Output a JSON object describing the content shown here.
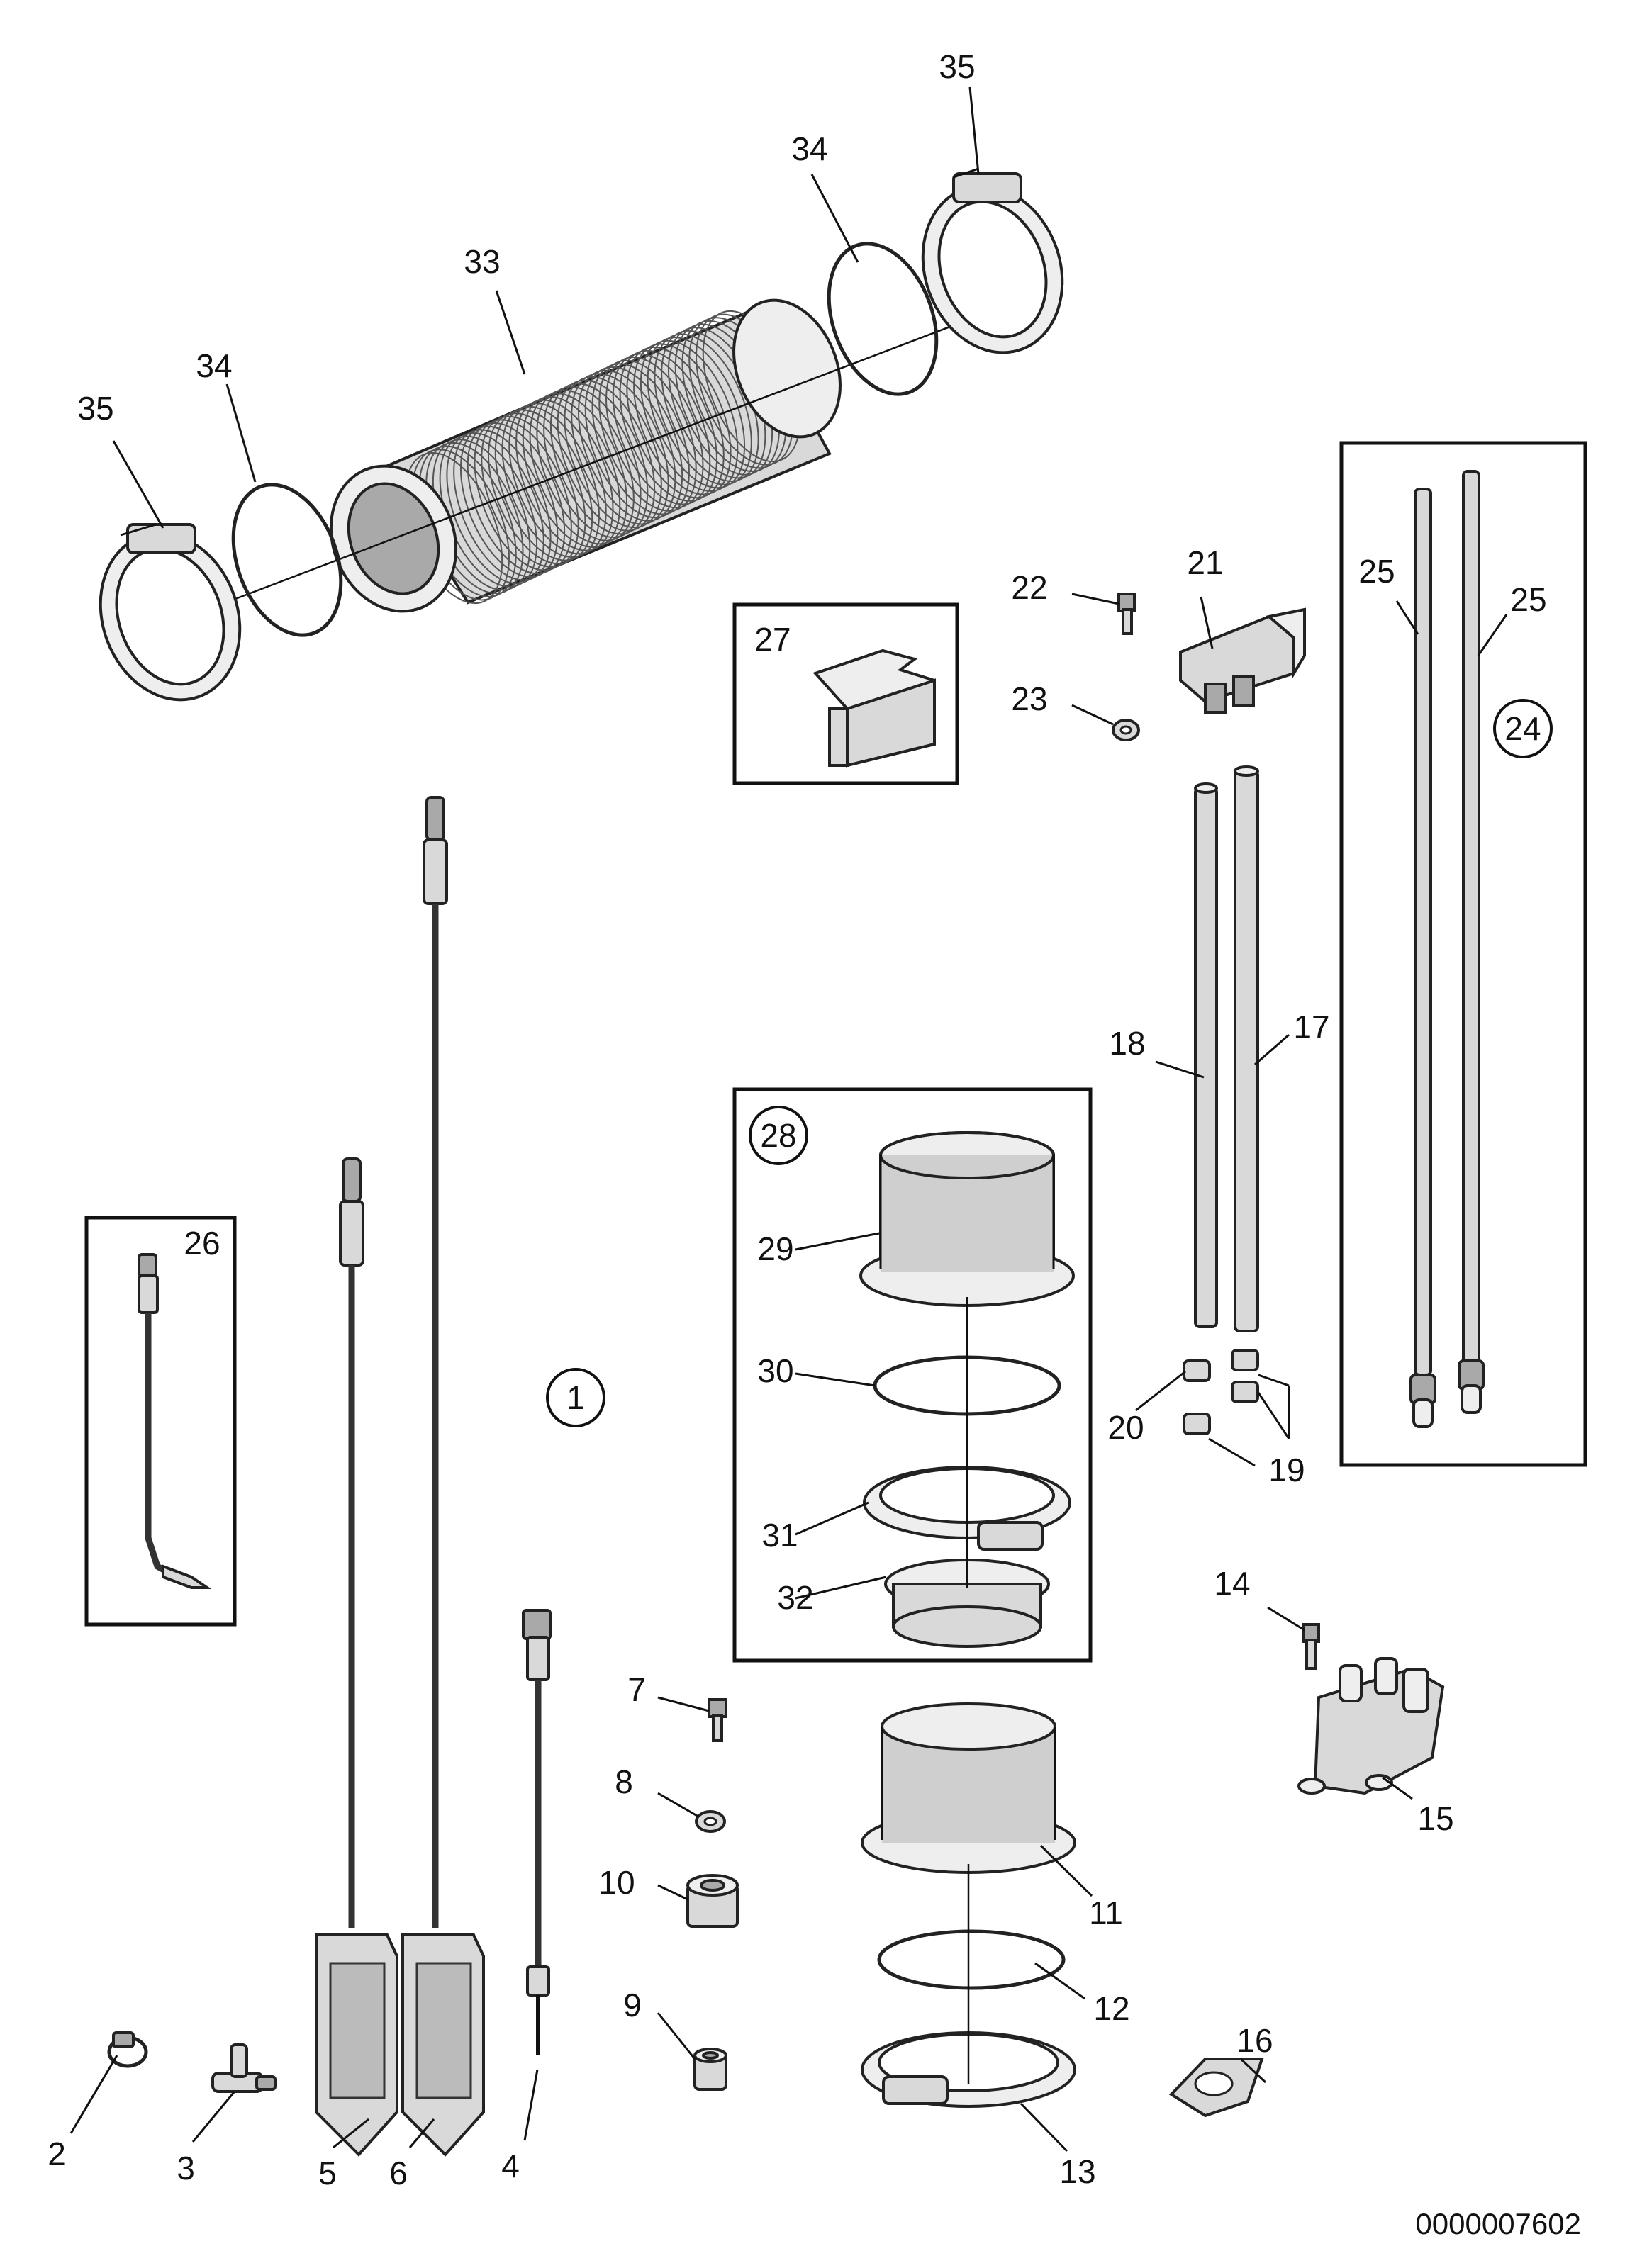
{
  "labels": {
    "l1": "1",
    "l2": "2",
    "l3": "3",
    "l4": "4",
    "l5": "5",
    "l6": "6",
    "l7": "7",
    "l8": "8",
    "l9": "9",
    "l10": "10",
    "l11": "11",
    "l12": "12",
    "l13": "13",
    "l14": "14",
    "l15": "15",
    "l16": "16",
    "l17": "17",
    "l18": "18",
    "l19": "19",
    "l20": "20",
    "l21": "21",
    "l22": "22",
    "l23": "23",
    "l24": "24",
    "l25a": "25",
    "l25b": "25",
    "l26": "26",
    "l27": "27",
    "l28": "28",
    "l29": "29",
    "l30": "30",
    "l31": "31",
    "l32": "32",
    "l33": "33",
    "l34a": "34",
    "l34b": "34",
    "l35a": "35",
    "l35b": "35"
  },
  "drawing_number": "0000007602",
  "colors": {
    "line": "#111111",
    "part_fill": "#d9d9d9",
    "part_light": "#eeeeee",
    "part_dark": "#a9a9a9"
  }
}
